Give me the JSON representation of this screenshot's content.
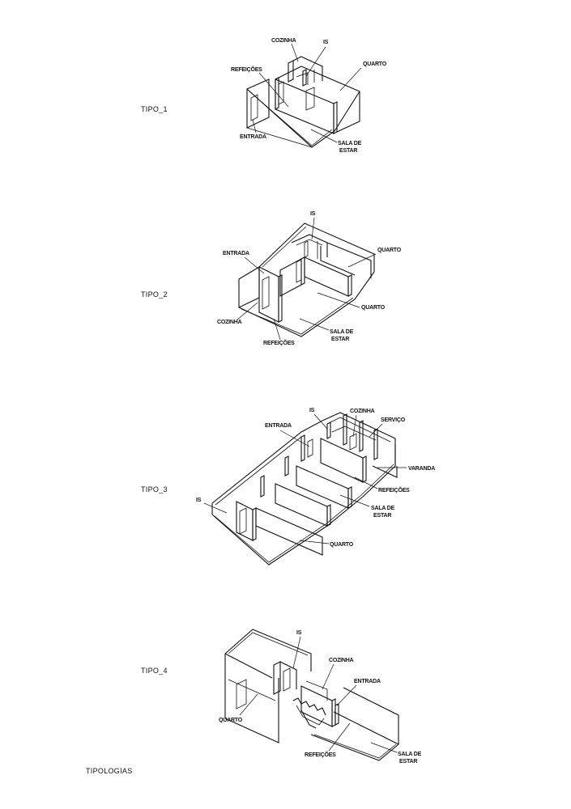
{
  "title": "TIPOLOGIAS",
  "types": [
    {
      "name": "TIPO_1",
      "labels": [
        "COZINHA",
        "IS",
        "REFEIÇÕES",
        "QUARTO",
        "ENTRADA",
        "SALA DE",
        "ESTAR"
      ]
    },
    {
      "name": "TIPO_2",
      "labels": [
        "IS",
        "ENTRADA",
        "QUARTO",
        "QUARTO",
        "COZINHA",
        "REFEIÇÕES",
        "SALA DE",
        "ESTAR"
      ]
    },
    {
      "name": "TIPO_3",
      "labels": [
        "IS",
        "COZINHA",
        "SERVIÇO",
        "ENTRADA",
        "VARANDA",
        "REFEIÇÕES",
        "IS",
        "SALA DE",
        "ESTAR",
        "QUARTO"
      ]
    },
    {
      "name": "TIPO_4",
      "labels": [
        "IS",
        "COZINHA",
        "ENTRADA",
        "QUARTO",
        "REFEIÇÕES",
        "SALA DE",
        "ESTAR"
      ]
    }
  ]
}
